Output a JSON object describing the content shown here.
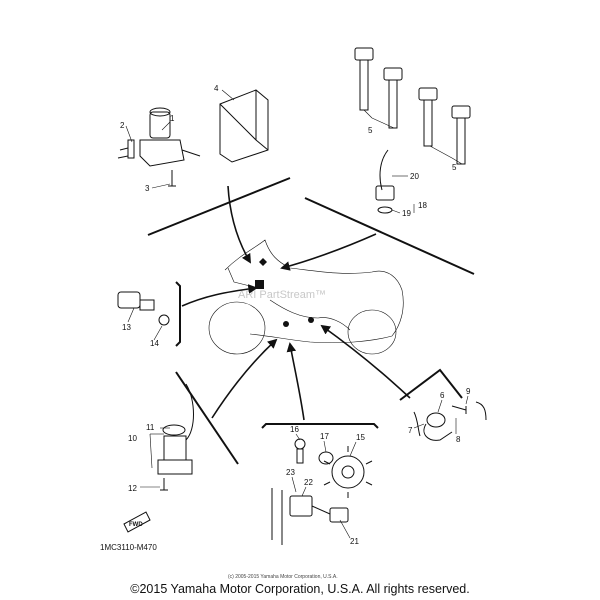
{
  "callouts": {
    "c1": "1",
    "c2": "2",
    "c3": "3",
    "c4": "4",
    "c5a": "5",
    "c5b": "5",
    "c6": "6",
    "c7": "7",
    "c8": "8",
    "c9": "9",
    "c10": "10",
    "c11": "11",
    "c12": "12",
    "c13": "13",
    "c14": "14",
    "c15": "15",
    "c16": "16",
    "c17": "17",
    "c18": "18",
    "c19": "19",
    "c20": "20",
    "c21": "21",
    "c22": "22",
    "c23": "23"
  },
  "diagram_code": "1MC3110-M470",
  "fwd_label": "FWD",
  "watermark": "ARI PartStream™",
  "small_copyright": "(c) 2005-2015 Yamaha Motor Corporation, U.S.A.",
  "footer_copyright": "©2015 Yamaha Motor Corporation, U.S.A. All rights reserved."
}
